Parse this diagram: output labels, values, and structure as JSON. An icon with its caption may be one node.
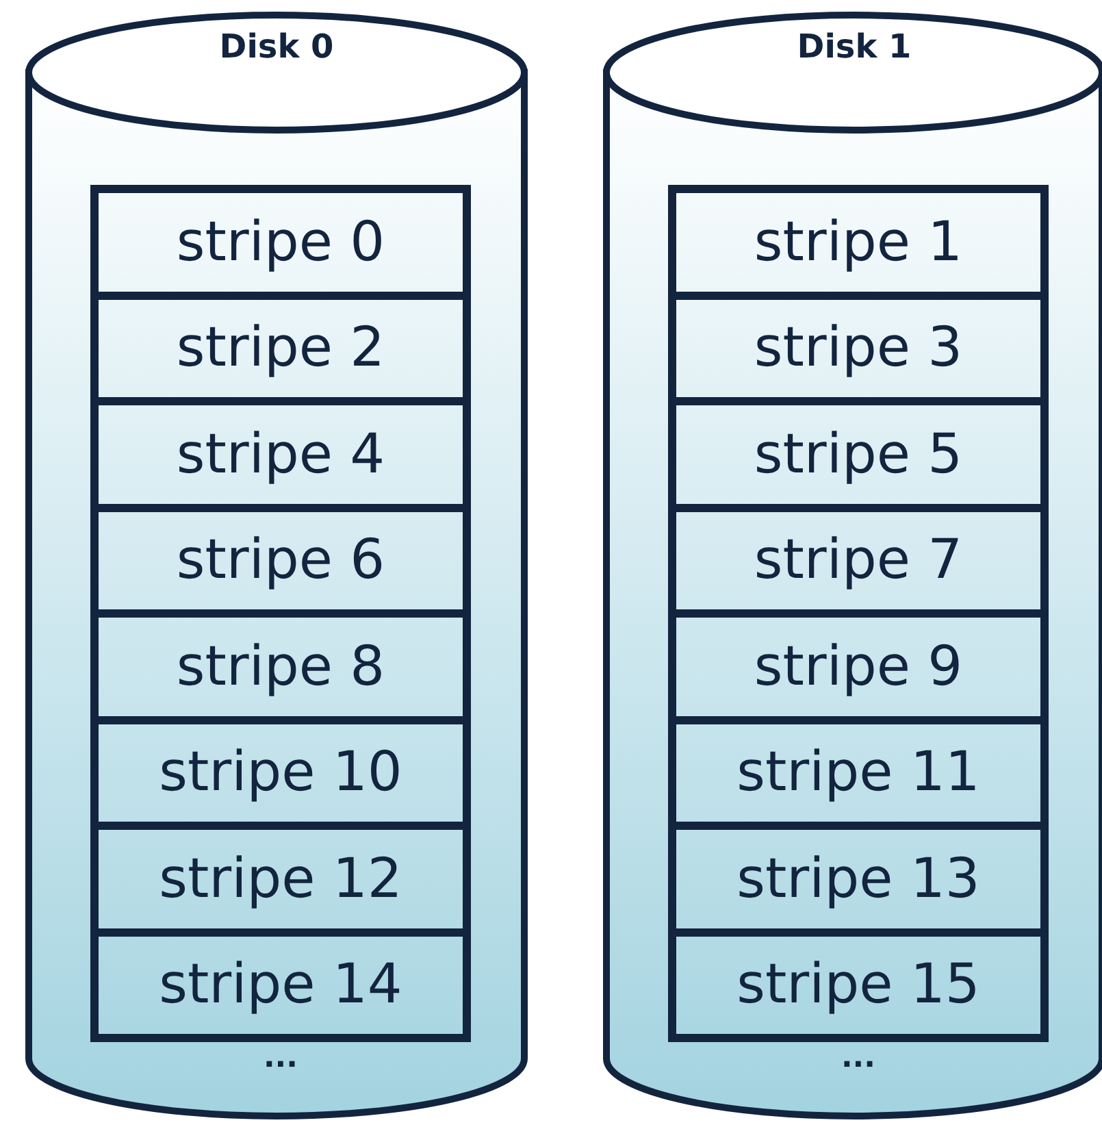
{
  "diagram": {
    "nodes": [
      {
        "text": [
          "Disk 0"
        ]
      },
      {
        "text": [
          "stripe 0"
        ],
        "in": 0
      },
      {
        "text": [
          "stripe 2"
        ],
        "in": 0
      },
      {
        "text": [
          "stripe 4"
        ],
        "in": 0
      },
      {
        "text": [
          "stripe 6"
        ],
        "in": 0
      },
      {
        "text": [
          "stripe 8"
        ],
        "in": 0
      },
      {
        "text": [
          "stripe 10"
        ],
        "in": 0
      },
      {
        "text": [
          "stripe 12"
        ],
        "in": 0
      },
      {
        "text": [
          "stripe 14"
        ],
        "in": 0
      },
      {
        "text": [
          "Disk 1"
        ]
      },
      {
        "text": [
          "stripe 1"
        ],
        "in": 9
      },
      {
        "text": [
          "stripe 3"
        ],
        "in": 9
      },
      {
        "text": [
          "stripe 5"
        ],
        "in": 9
      },
      {
        "text": [
          "stripe 7"
        ],
        "in": 9
      },
      {
        "text": [
          "stripe 9"
        ],
        "in": 9
      },
      {
        "text": [
          "stripe 11"
        ],
        "in": 9
      },
      {
        "text": [
          "stripe 13"
        ],
        "in": 9
      },
      {
        "text": [
          "stripe 15"
        ],
        "in": 9
      }
    ],
    "labels": [
      "...",
      "..."
    ]
  }
}
